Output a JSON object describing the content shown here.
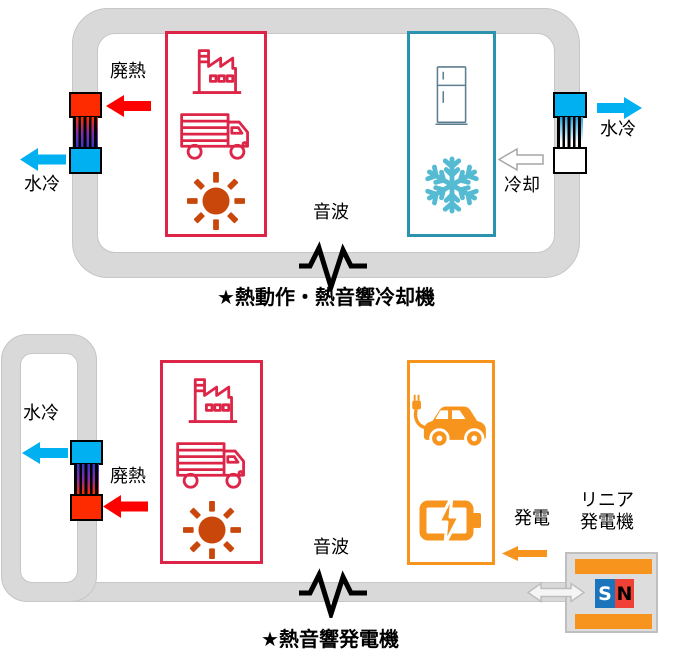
{
  "captions": {
    "top": "★熱動作・熱音響冷却機",
    "bottom": "★熱音響発電機"
  },
  "top_diagram": {
    "waste_heat_label": "廃熱",
    "water_cooling_left_label": "水冷",
    "water_cooling_right_label": "水冷",
    "cooling_label": "冷却",
    "sound_wave_label": "音波",
    "heat_source_icons": [
      "factory-icon",
      "truck-icon",
      "sun-icon"
    ],
    "cooling_target_icons": [
      "refrigerator-icon",
      "snowflake-icon"
    ]
  },
  "bottom_diagram": {
    "water_cooling_label": "水冷",
    "waste_heat_label": "廃熱",
    "sound_wave_label": "音波",
    "power_generation_label": "発電",
    "linear_generator_label_line1": "リニア",
    "linear_generator_label_line2": "発電機",
    "magnet_s": "S",
    "magnet_n": "N",
    "heat_source_icons": [
      "factory-icon",
      "truck-icon",
      "sun-icon"
    ],
    "power_target_icons": [
      "ev-car-icon",
      "battery-charging-icon"
    ]
  },
  "colors": {
    "pipe_gray": "#D9D9D9",
    "pipe_border": "#C6C6C6",
    "hot_block_red": "#FF2B00",
    "arrow_red": "#FF0000",
    "cold_cyan": "#00B0F0",
    "source_box_crimson": "#DC2547",
    "cool_box_teal": "#2B93AE",
    "snowflake_blue": "#55BBD2",
    "sun_orange": "#C9470B",
    "power_orange": "#F7941D",
    "magnet_s_blue": "#1B75BC",
    "magnet_n_red": "#EF4136"
  }
}
